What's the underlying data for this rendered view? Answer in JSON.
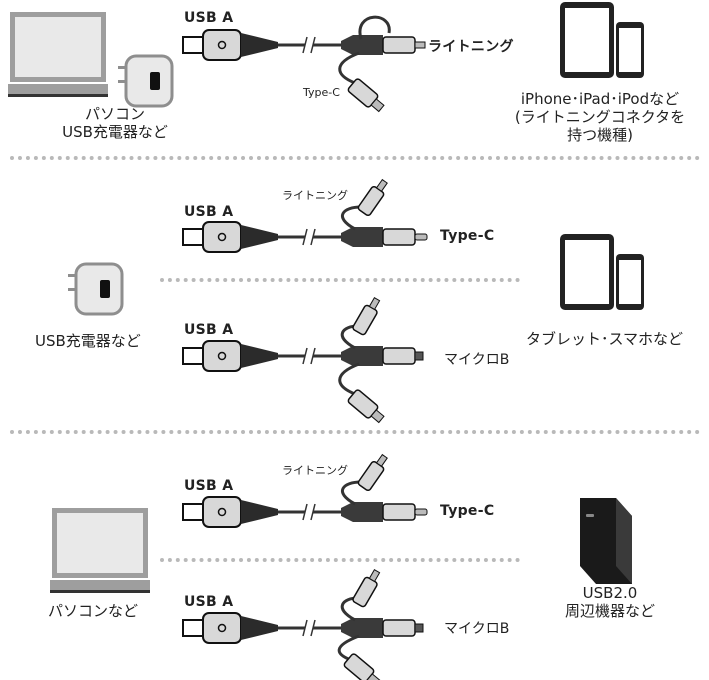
{
  "labels": {
    "usb_a": "USB A",
    "type_c": "Type-C",
    "lightning": "ライトニング",
    "micro_b": "マイクロB"
  },
  "section1": {
    "source_label": [
      "パソコン",
      "USB充電器など"
    ],
    "target_label": [
      "iPhone･iPad･iPodなど",
      "(ライトニングコネクタを",
      "持つ機種)"
    ]
  },
  "section2": {
    "source_label": "USB充電器など",
    "target_label": "タブレット･スマホなど"
  },
  "section3": {
    "source_label": "パソコンなど",
    "target_label": [
      "USB2.0",
      "周辺機器など"
    ]
  },
  "colors": {
    "device_gray": "#9e9e9e",
    "screen_light": "#e9e9e9",
    "dark": "#1a1a1a",
    "divider": "#b9b9b9"
  }
}
